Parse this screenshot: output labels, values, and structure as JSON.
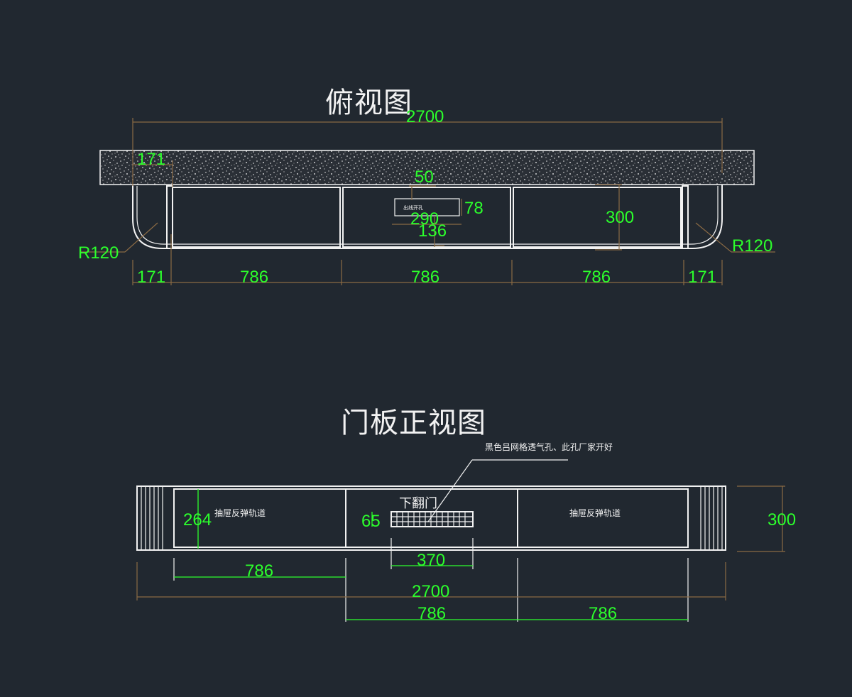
{
  "top_view": {
    "title": "俯视图",
    "dims": {
      "overall": "2700",
      "end_left_top": "171",
      "drop_width": "50",
      "slot_depth": "78",
      "slot_width": "290",
      "slot_offset": "136",
      "depth": "300",
      "radius_left": "R120",
      "radius_right": "R120",
      "bottom": [
        "171",
        "786",
        "786",
        "786",
        "171"
      ]
    },
    "slot_label": "出线开孔"
  },
  "front_view": {
    "title": "门板正视图",
    "leader_note": "黑色吕网格透气孔、此孔厂家开好",
    "left_panel_label": "抽屉反弹轨道",
    "right_panel_label": "抽屉反弹轨道",
    "center_panel_label": "下翻门",
    "dims": {
      "panel_height": "264",
      "vent_height": "65",
      "vent_width": "370",
      "height": "300",
      "left_panel": "786",
      "overall": "2700",
      "center_panel": "786",
      "right_panel": "786"
    }
  },
  "colors": {
    "background": "#212830",
    "line": "#f2f2f2",
    "dimension_text": "#2cff2c",
    "dimension_line": "#8a6a44"
  }
}
